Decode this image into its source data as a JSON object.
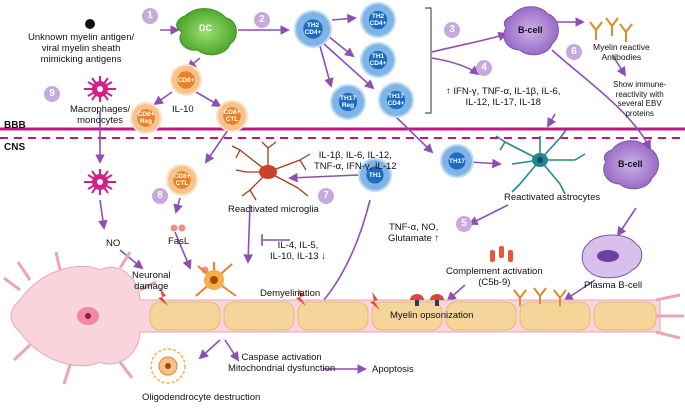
{
  "membranes": {
    "upper": "BBB",
    "lower": "CNS"
  },
  "steps": [
    "1",
    "2",
    "3",
    "4",
    "5",
    "6",
    "7",
    "8",
    "9"
  ],
  "antigen_label": [
    "Unknown myelin antigen/",
    "viral myelin sheath",
    "mimicking antigens"
  ],
  "cells": {
    "dc": "DC",
    "th2": [
      "TH2",
      "CD4+"
    ],
    "th2b": [
      "TH2",
      "CD4+"
    ],
    "th1": [
      "TH1",
      "CD4+"
    ],
    "th17reg": [
      "TH17",
      "Reg"
    ],
    "th17cd4": [
      "TH17",
      "CD4+"
    ],
    "bcell": "B-cell",
    "bcell2": "B-cell",
    "cd8": "CD8+",
    "cd8reg": [
      "CD8+",
      "Reg"
    ],
    "cd8ctl": [
      "CD8+",
      "CTL"
    ],
    "cd8ctl2": [
      "CD8+",
      "CTL"
    ],
    "th17": "TH17",
    "th1_cns": "TH1"
  },
  "labels": {
    "myelin_antibodies": [
      "Myelin reactive",
      "Antibodies"
    ],
    "ebv": [
      "Show immune-",
      "reactivity with",
      "several EBV",
      "proteins"
    ],
    "cytokines_top": [
      "↑ IFN-γ, TNF-α, IL-1β, IL-6,",
      "IL-12, IL-17, IL-18"
    ],
    "il10": "IL-10",
    "macrophages": [
      "Macrophages/",
      "monocytes"
    ],
    "microglia_cytokines": [
      "IL-1β, IL-6, IL-12,",
      "TNF-α, IFN-γ, IL-12"
    ],
    "reactivated_microglia": "Reactivated microglia",
    "reactivated_astrocytes": "Reactivated astrocytes",
    "fasl": "FasL",
    "no": "NO",
    "anti_inflammatory": [
      "IL-4, IL-5,",
      "IL-10, IL-13 ↓"
    ],
    "tnf_no": [
      "TNF-α, NO,",
      "Glutamate ↑"
    ],
    "complement": [
      "Complement activation",
      "(C5b-9)"
    ],
    "plasma_bcell": "Plasma B-cell",
    "neuronal_damage": [
      "Neuronal",
      "damage"
    ],
    "demyelination": "Demyelination",
    "myelin_opsonization": "Myelin opsonization",
    "caspase": [
      "Caspase activation",
      "Mitochondrial dysfunction"
    ],
    "apoptosis": "Apoptosis",
    "oligodendrocyte": "Oligodendrocyte destruction"
  },
  "colors": {
    "arrow": "#8e4fb5",
    "membrane": "#c0187f",
    "dc": "#6abf3f",
    "t_cell": "#7fb5e6",
    "b_cell": "#a57ccc",
    "cd8_cell": "#f6c28e",
    "macrophage": "#d21f8a",
    "neuron": "#f9d4dc",
    "myelin": "#f6d59a",
    "antibody": "#e08a2a",
    "astrocyte": "#1f8a8c",
    "microglia": "#a9381e"
  }
}
